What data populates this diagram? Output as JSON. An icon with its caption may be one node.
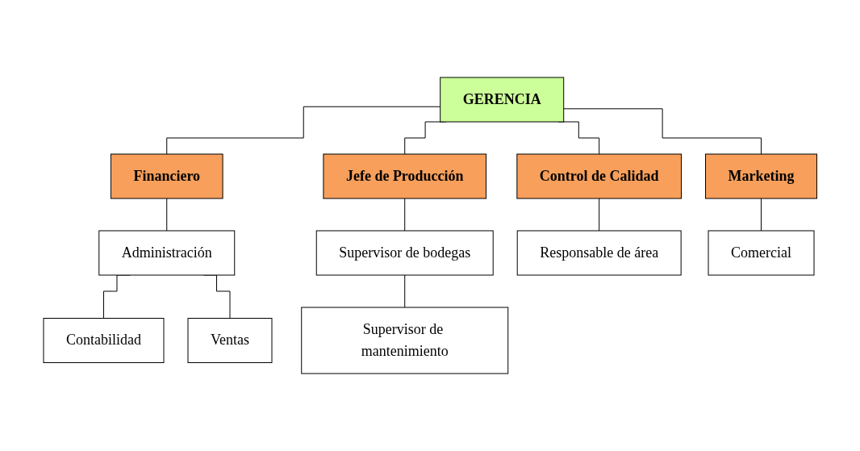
{
  "diagram": {
    "nodes": [
      {
        "text": [
          "GERENCIA"
        ]
      },
      {
        "text": [
          "Financiero"
        ]
      },
      {
        "text": [
          "Jefe de Producción"
        ]
      },
      {
        "text": [
          "Control de Calidad"
        ]
      },
      {
        "text": [
          "Marketing"
        ]
      },
      {
        "text": [
          "Administración"
        ]
      },
      {
        "text": [
          "Contabilidad"
        ]
      },
      {
        "text": [
          "Ventas"
        ]
      },
      {
        "text": [
          "Supervisor de bodegas"
        ]
      },
      {
        "text": [
          "Supervisor de mantenimiento"
        ]
      },
      {
        "text": [
          "Responsable de área"
        ]
      },
      {
        "text": [
          "Comercial"
        ]
      }
    ],
    "edges": [
      {
        "from": 0,
        "to": 1,
        "arrow": "none"
      },
      {
        "from": 0,
        "to": 2,
        "arrow": "none"
      },
      {
        "from": 0,
        "to": 3,
        "arrow": "none"
      },
      {
        "from": 0,
        "to": 4,
        "arrow": "none"
      },
      {
        "from": 1,
        "to": 5,
        "arrow": "none"
      },
      {
        "from": 5,
        "to": 6,
        "arrow": "none"
      },
      {
        "from": 5,
        "to": 7,
        "arrow": "none"
      },
      {
        "from": 2,
        "to": 8,
        "arrow": "none"
      },
      {
        "from": 8,
        "to": 9,
        "arrow": "none"
      },
      {
        "from": 3,
        "to": 10,
        "arrow": "none"
      },
      {
        "from": 4,
        "to": 11,
        "arrow": "none"
      }
    ]
  }
}
